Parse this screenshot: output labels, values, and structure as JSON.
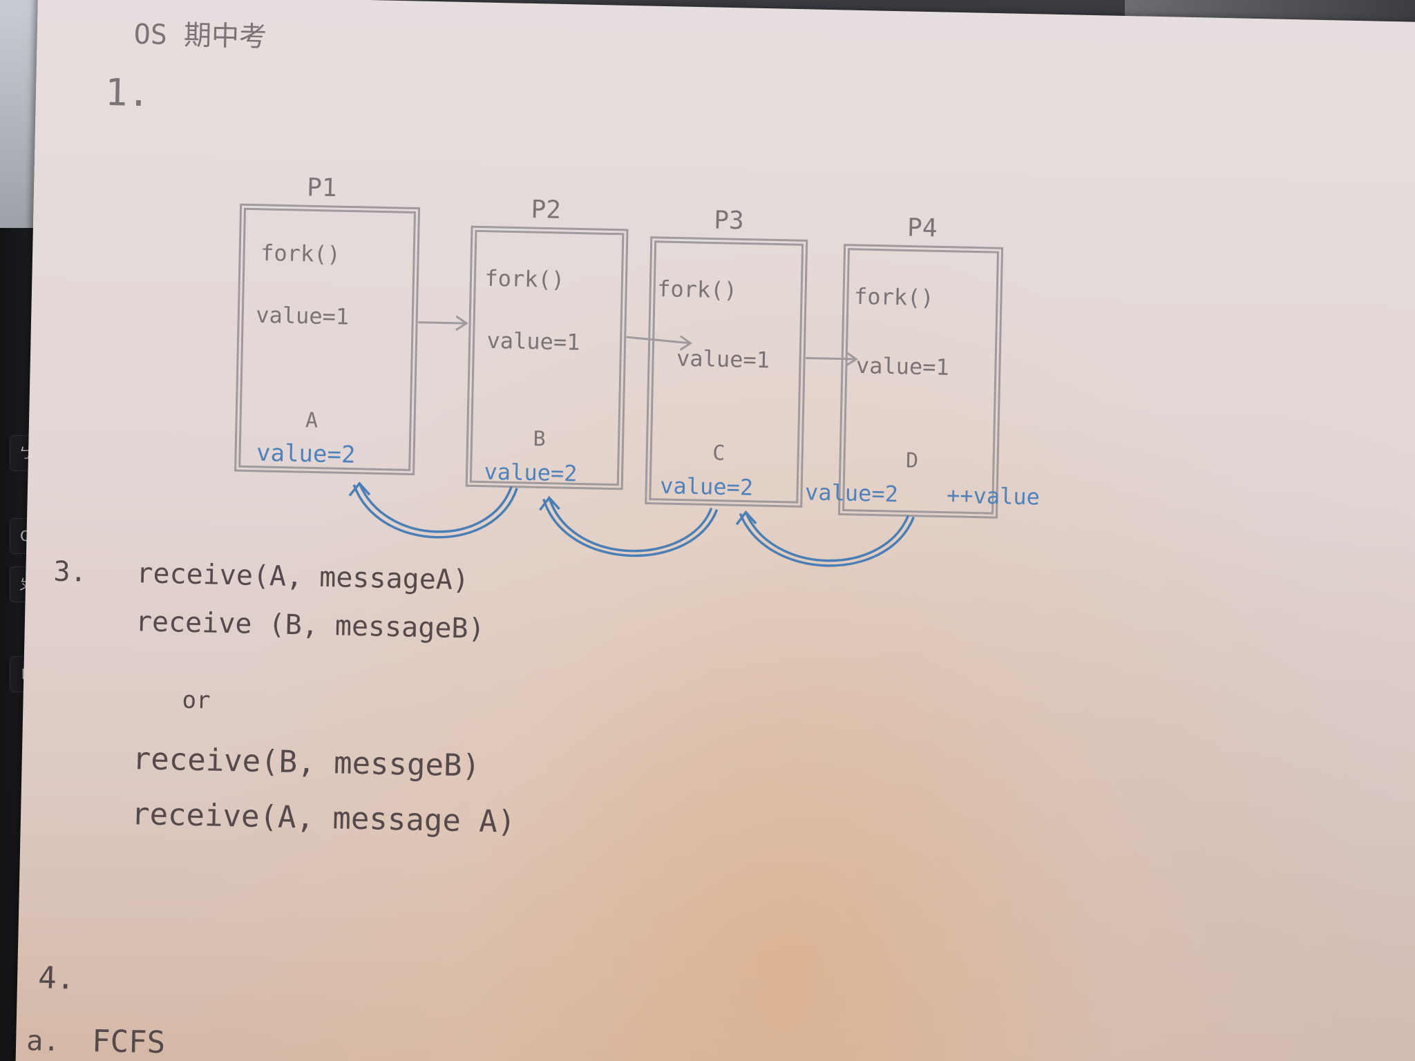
{
  "header": {
    "title": "OS 期中考",
    "q1": "1."
  },
  "diagram": {
    "processes": [
      {
        "name": "P1",
        "fork": "fork()",
        "value": "value=1",
        "var": "A",
        "child_value": "value=2"
      },
      {
        "name": "P2",
        "fork": "fork()",
        "value": "value=1",
        "var": "B",
        "child_value": "value=2"
      },
      {
        "name": "P3",
        "fork": "fork()",
        "value": "value=1",
        "var": "C",
        "child_value": "value=2"
      },
      {
        "name": "P4",
        "fork": "fork()",
        "value": "value=1",
        "var": "D",
        "child_value": "value=2"
      }
    ],
    "extra_note": "++value"
  },
  "q3": {
    "number": "3.",
    "line1": "receive(A, messageA)",
    "line2": "receive (B, messageB)",
    "or": "or",
    "line3": "receive(B, messgeB)",
    "line4": "receive(A, message A)"
  },
  "q4": {
    "number": "4.",
    "sub": "a.",
    "fcfs": "FCFS"
  },
  "keyboard": {
    "keys": [
      "ㄅ",
      "Q",
      "ㄆ",
      "E"
    ]
  },
  "colors": {
    "paper": "#e3d6d4",
    "pencil": "#9f9a9e",
    "ink": "#4a7fb6"
  }
}
